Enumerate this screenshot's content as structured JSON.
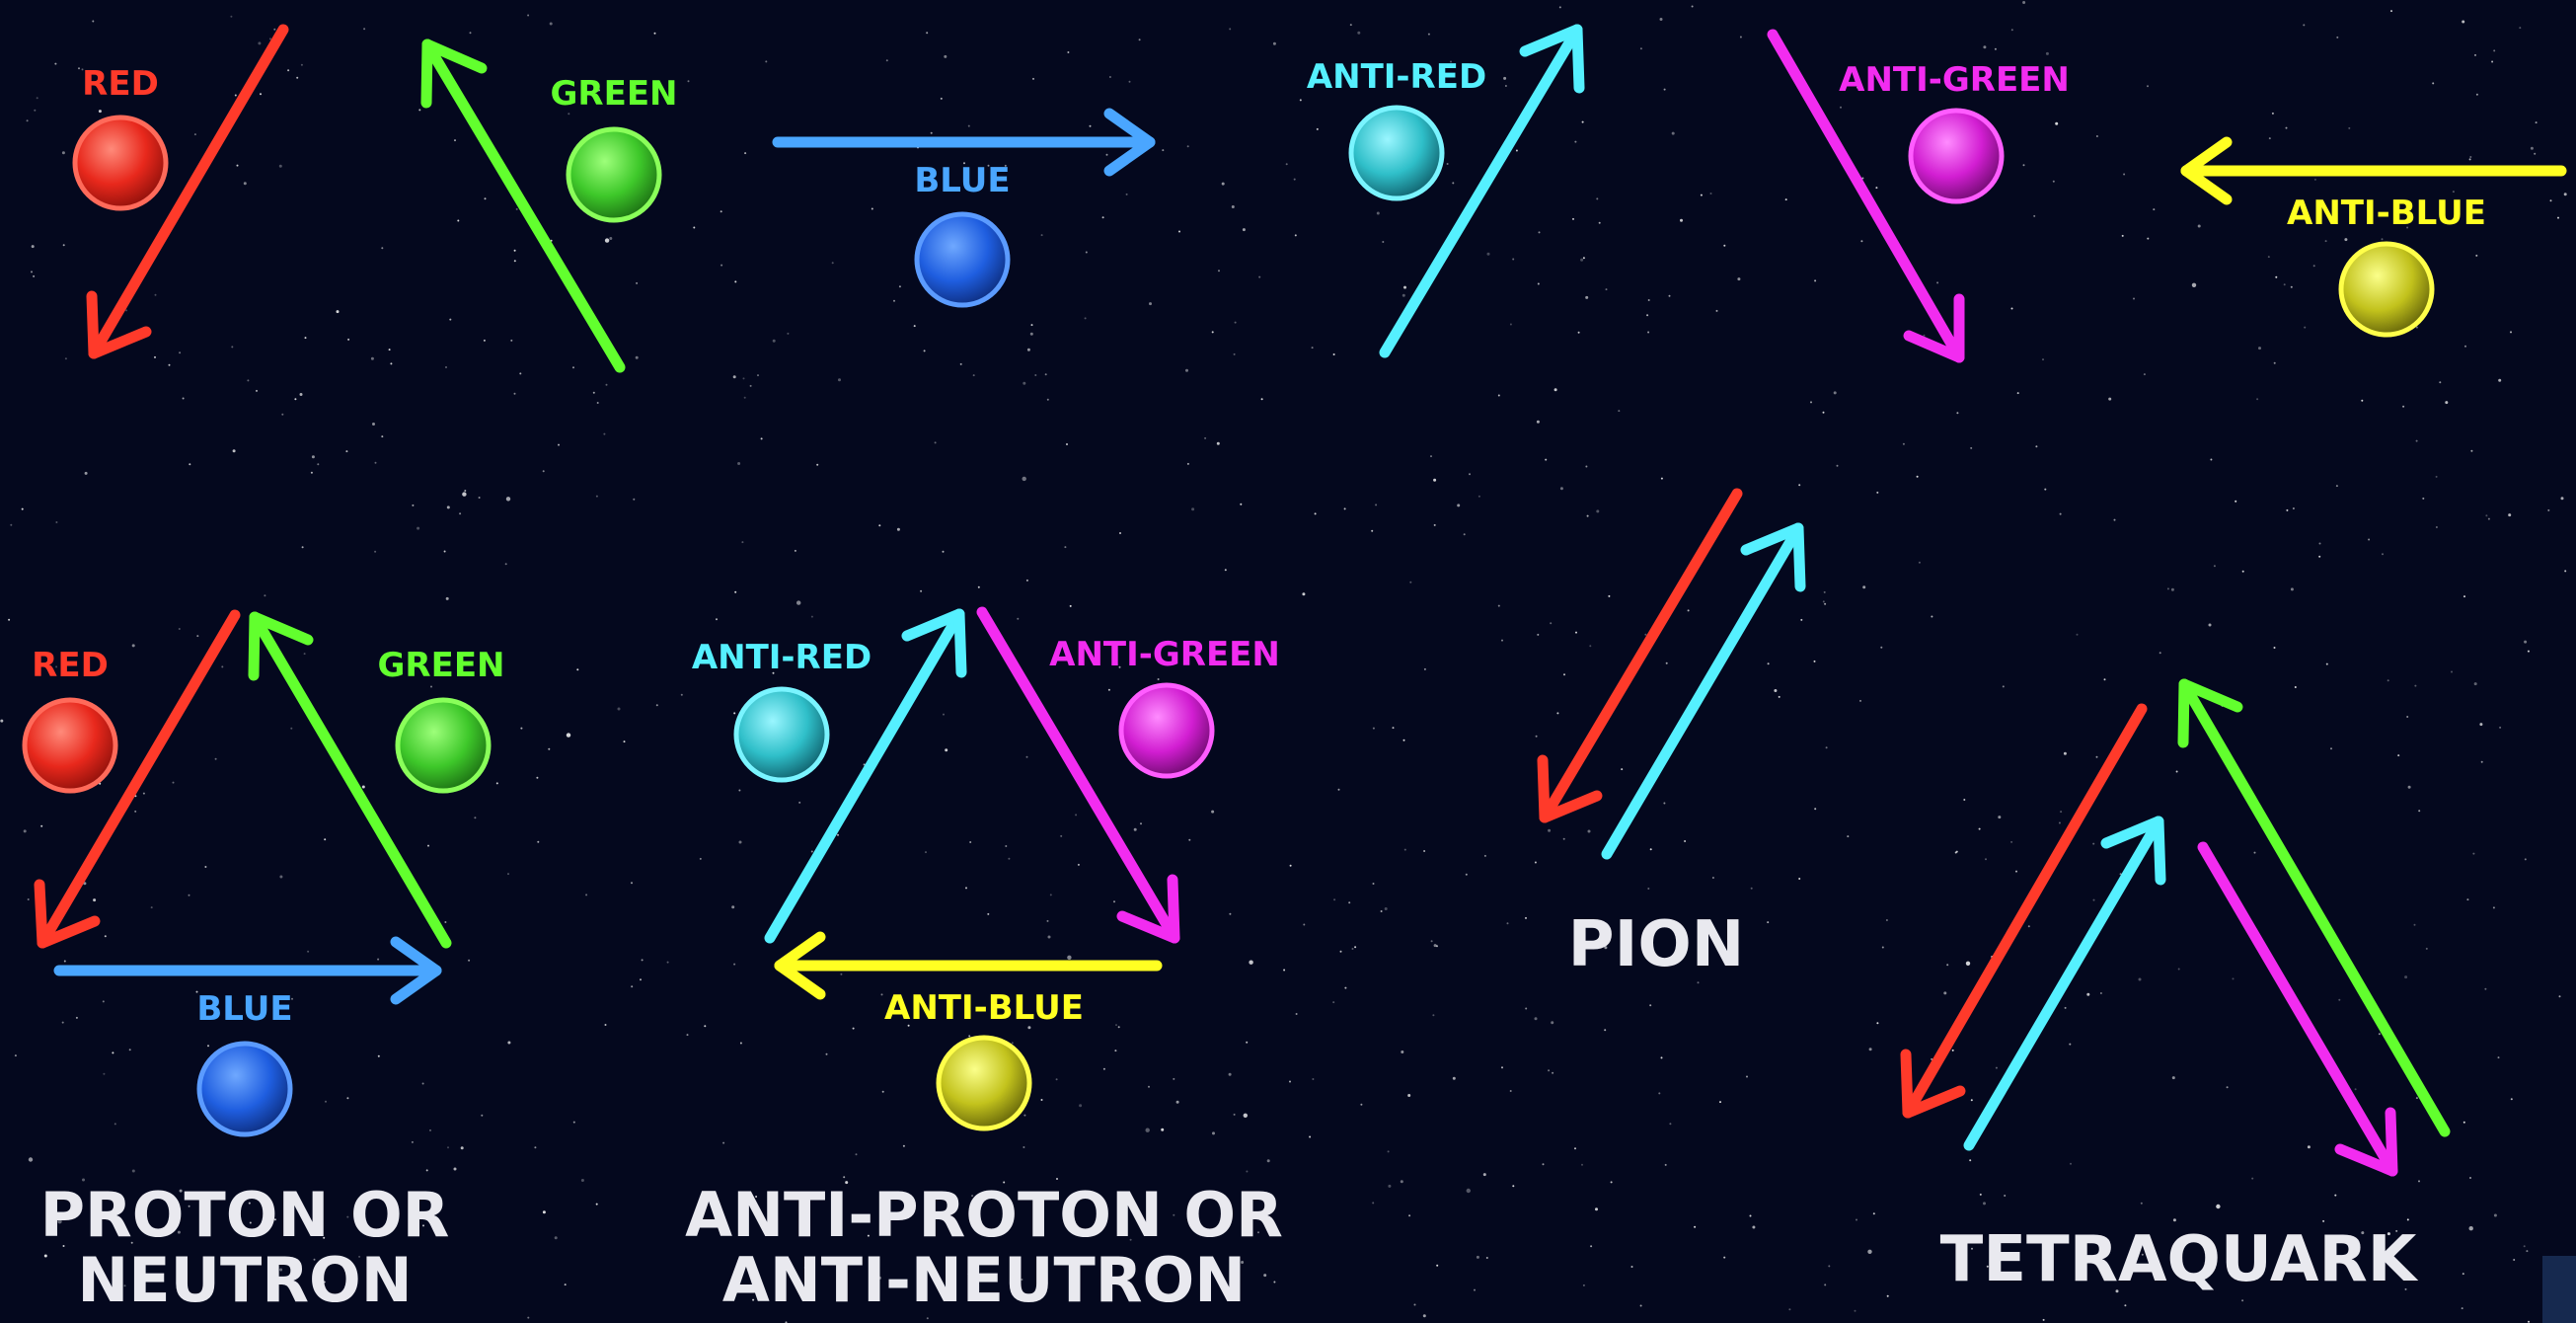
{
  "colors": {
    "background": "#04081e",
    "red": "#ff3a2a",
    "green": "#62ff2e",
    "blue": "#4aa6ff",
    "anti_red": "#55f0ff",
    "anti_green": "#f22cf0",
    "anti_blue": "#ffff22",
    "title": "#e9e9ef"
  },
  "top_row": {
    "red_label": "RED",
    "green_label": "GREEN",
    "blue_label": "BLUE",
    "anti_red_label": "ANTI-RED",
    "anti_green_label": "ANTI-GREEN",
    "anti_blue_label": "ANTI-BLUE"
  },
  "proton": {
    "red_label": "RED",
    "green_label": "GREEN",
    "blue_label": "BLUE",
    "title_line1": "PROTON OR",
    "title_line2": "NEUTRON"
  },
  "antiproton": {
    "anti_red_label": "ANTI-RED",
    "anti_green_label": "ANTI-GREEN",
    "anti_blue_label": "ANTI-BLUE",
    "title_line1": "ANTI-PROTON OR",
    "title_line2": "ANTI-NEUTRON"
  },
  "pion": {
    "title": "PION"
  },
  "tetraquark": {
    "title": "TETRAQUARK"
  }
}
